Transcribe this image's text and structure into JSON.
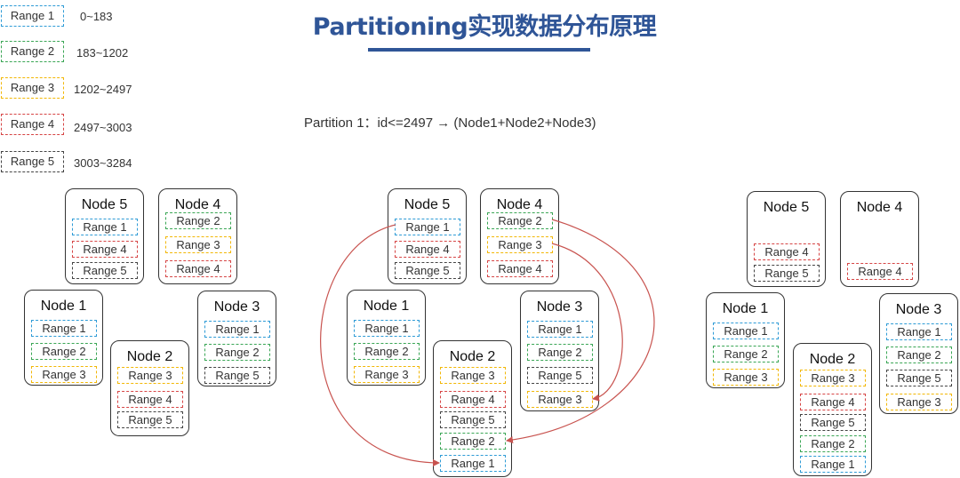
{
  "title": "Partitioning实现数据分布原理",
  "partition_rule": "Partition 1：id<=2497  →   (Node1+Node2+Node3)",
  "colors": {
    "title": "#2f5597",
    "range_1": "#2e9bd6",
    "range_2": "#3aa655",
    "range_3": "#f2b705",
    "range_4": "#d64545",
    "range_5": "#444444",
    "arrow": "#c8534f"
  },
  "legend": [
    {
      "label": "Range 1",
      "value": "0~183"
    },
    {
      "label": "Range 2",
      "value": "183~1202"
    },
    {
      "label": "Range 3",
      "value": "1202~2497"
    },
    {
      "label": "Range 4",
      "value": "2497~3003"
    },
    {
      "label": "Range 5",
      "value": "3003~3284"
    }
  ],
  "clusters": [
    {
      "nodes": [
        {
          "name": "Node 5",
          "ranges": [
            "Range 1",
            "Range 4",
            "Range 5"
          ]
        },
        {
          "name": "Node 4",
          "ranges": [
            "Range 2",
            "Range 3",
            "Range 4"
          ]
        },
        {
          "name": "Node 1",
          "ranges": [
            "Range 1",
            "Range 2",
            "Range 3"
          ]
        },
        {
          "name": "Node 3",
          "ranges": [
            "Range 1",
            "Range 2",
            "Range 5"
          ]
        },
        {
          "name": "Node 2",
          "ranges": [
            "Range 3",
            "Range 4",
            "Range 5"
          ]
        }
      ]
    },
    {
      "nodes": [
        {
          "name": "Node 5",
          "ranges": [
            "Range 1",
            "Range 4",
            "Range 5"
          ]
        },
        {
          "name": "Node 4",
          "ranges": [
            "Range 2",
            "Range 3",
            "Range 4"
          ]
        },
        {
          "name": "Node 1",
          "ranges": [
            "Range 1",
            "Range 2",
            "Range 3"
          ]
        },
        {
          "name": "Node 3",
          "ranges": [
            "Range 1",
            "Range 2",
            "Range 5",
            "Range 3"
          ]
        },
        {
          "name": "Node 2",
          "ranges": [
            "Range 3",
            "Range 4",
            "Range 5",
            "Range 2",
            "Range 1"
          ]
        }
      ]
    },
    {
      "nodes": [
        {
          "name": "Node 5",
          "ranges": [
            "Range 4",
            "Range 5"
          ]
        },
        {
          "name": "Node 4",
          "ranges": [
            "Range 4"
          ]
        },
        {
          "name": "Node 1",
          "ranges": [
            "Range 1",
            "Range 2",
            "Range 3"
          ]
        },
        {
          "name": "Node 3",
          "ranges": [
            "Range 1",
            "Range 2",
            "Range 5",
            "Range 3"
          ]
        },
        {
          "name": "Node 2",
          "ranges": [
            "Range 3",
            "Range 4",
            "Range 5",
            "Range 2",
            "Range 1"
          ]
        }
      ]
    }
  ]
}
